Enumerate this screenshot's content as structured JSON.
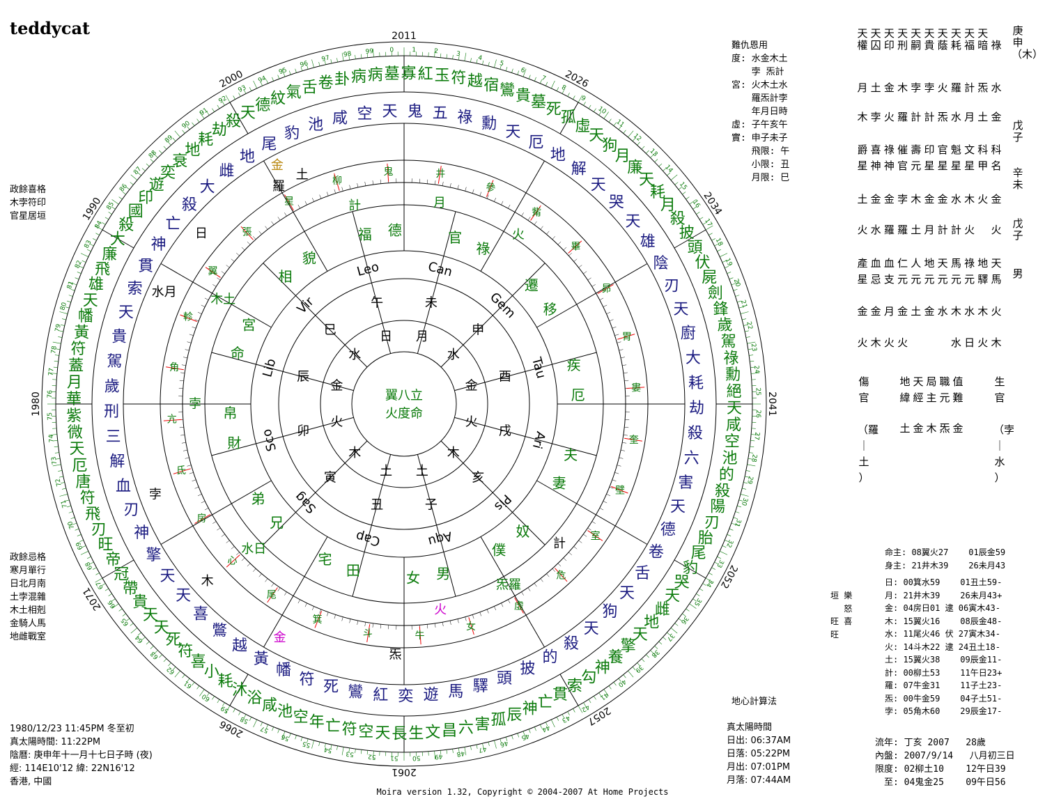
{
  "chart_title": "teddycat",
  "birth_info": [
    "1980/12/23 11:45PM 冬至初",
    "真太陽時間: 11:22PM",
    "陰曆: 庚申年十一月十七日子時 (夜)",
    "經: 114E10'12  緯: 22N16'12",
    "香港, 中國"
  ],
  "left_upper": [
    "政餘喜格",
    "木孛符印",
    "官星居垣"
  ],
  "left_lower": [
    "政餘忌格",
    "寒月單行",
    "日北月南",
    "土孛混雜",
    "木土相剋",
    "金騎人馬",
    "地雌戰室"
  ],
  "right_top": [
    "難仇恩用",
    "度: 水金木土",
    "　  孛 炁計",
    "宮: 火木土水",
    "　  羅炁計孛",
    "",
    "　  年月日時",
    "虛: 子午亥午",
    "實: 申子未子",
    "",
    "　  飛限: 午",
    "　  小限: 丑",
    "　  月限: 巳"
  ],
  "method": "地心計算法",
  "sun_moon": [
    "真太陽時間",
    "日出: 06:37AM",
    "日落: 05:22PM",
    "月出: 07:01PM",
    "月落: 07:44AM"
  ],
  "copyright": "Moira version 1.32, Copyright © 2004-2007 At Home Projects",
  "ming_shen": [
    "命主: 08翼火27    01辰金59",
    "身主: 21井木39    26未月43"
  ],
  "planet_table": [
    "日: 00箕水59    01丑土59-",
    "月: 21井木39    26未月43+",
    "金: 04房日01 逮 06寅木43-",
    "木: 15翼火16    08辰金48-",
    "水: 11尾火46 伏 27寅木34-",
    "火: 14斗木22 逮 24丑土18-",
    "土: 15翼火38    09辰金11-",
    "計: 00柳土53    11午日23+",
    "羅: 07牛金31    11子土23-",
    "炁: 00牛金59    04子土51-",
    "孛: 05角木60    29辰金17-"
  ],
  "dignity": [
    "垣 樂",
    "　 怒",
    "",
    "",
    "",
    "旺 喜",
    "旺"
  ],
  "flow": [
    "流年: 丁亥 2007   28歲",
    "內盤: 2007/9/14   八月初三日",
    "限度: 02柳土10    12午日39",
    "　至: 04鬼金25    09午日56"
  ],
  "pillars": [
    "庚申（木）",
    "戊子",
    "辛未",
    "戊子",
    "男"
  ],
  "gods_table": {
    "r1": "天天天天天天天天天天",
    "r2": "權囚印刑嗣貴蔭耗福暗祿",
    "r3": "月土金木孛孛火羅計炁水",
    "r4": "木孛火羅計計炁水月土金",
    "r5": "爵喜祿催壽印官魁文科科",
    "r6": "星神神官元星星星星甲名",
    "r7": "土金金孛木金金水木火金",
    "r8": "火水羅羅土月計計火　火",
    "r9": "產血血仁人地天馬祿地天",
    "r10": "星忌支元元元元元元驛馬",
    "r11": "金金月金土金水木水木火",
    "r12": "火木火火　　　水日火木"
  },
  "bottom_table": {
    "c1": [
      "傷",
      "官",
      "",
      "（羅",
      "｜",
      "土",
      "）"
    ],
    "c2": "地天局職值",
    "c3": "緯經主元難",
    "c4": "土金木炁金",
    "c5": [
      "生",
      "官",
      "",
      "（孛",
      "｜",
      "水",
      "）"
    ]
  },
  "years": [
    "2011",
    "2026",
    "2034",
    "2041",
    "2052",
    "2057",
    "2061",
    "2066",
    "2071",
    "1980",
    "1990",
    "2000"
  ],
  "house_ring": [
    "官祿",
    "遷移",
    "疾厄",
    "夫妻",
    "奴僕",
    "男女",
    "田宅",
    "兄弟",
    "財帛",
    "命宮",
    "相貌",
    "福德"
  ],
  "signs": [
    "Can",
    "Gem",
    "Tau",
    "Ari",
    "Pis",
    "Aqu",
    "Cap",
    "Sag",
    "Sco",
    "Lib",
    "Vir",
    "Leo"
  ],
  "branches": [
    "未",
    "申",
    "酉",
    "戌",
    "亥",
    "子",
    "丑",
    "寅",
    "卯",
    "辰",
    "巳",
    "午"
  ],
  "branch_elems": [
    "月",
    "水",
    "金",
    "火",
    "木",
    "土",
    "土",
    "木",
    "火",
    "金",
    "水",
    "日"
  ],
  "mansions": [
    "井",
    "參",
    "觜",
    "畢",
    "昴",
    "胃",
    "婁",
    "奎",
    "壁",
    "室",
    "危",
    "虛",
    "女",
    "牛",
    "斗",
    "箕",
    "尾",
    "心",
    "房",
    "氐",
    "亢",
    "角",
    "軫",
    "翼",
    "張",
    "星",
    "柳",
    "鬼"
  ],
  "center": [
    "翼八立",
    "火度命"
  ],
  "ring_planets": [
    "計",
    "月",
    "火",
    "金",
    "土",
    "羅",
    "日",
    "水月",
    "木土",
    "孛",
    "孛",
    "木",
    "金",
    "水日",
    "火",
    "炁羅",
    "計",
    "炁"
  ],
  "stars": [
    "病",
    "墓",
    "寡",
    "紅",
    "玉",
    "符",
    "越",
    "宿",
    "鸞",
    "貴",
    "墓",
    "死",
    "孤",
    "虛",
    "天",
    "狗",
    "月",
    "廉",
    "天",
    "耗",
    "月",
    "殺",
    "披",
    "頭",
    "伏",
    "屍",
    "劍",
    "鋒",
    "歲",
    "駕",
    "祿",
    "勳",
    "絕",
    "天",
    "咸",
    "空",
    "池",
    "的",
    "殺",
    "陽",
    "刃",
    "胎",
    "尾",
    "豹",
    "哭",
    "天",
    "雌",
    "地",
    "天",
    "擎",
    "養",
    "神",
    "勾",
    "索",
    "貫",
    "亡",
    "神",
    "辰",
    "孤",
    "害",
    "六",
    "昌",
    "文",
    "生",
    "長",
    "天",
    "空",
    "符",
    "亡",
    "年",
    "空",
    "池",
    "咸",
    "浴",
    "沐",
    "耗",
    "小",
    "喜",
    "符",
    "死",
    "天",
    "天",
    "貴",
    "帶",
    "冠",
    "帝",
    "旺",
    "刃",
    "飛",
    "符",
    "唐",
    "厄",
    "天",
    "微",
    "紫",
    "華",
    "月",
    "蓋",
    "符",
    "黃",
    "幡",
    "天",
    "雄",
    "飛",
    "廉",
    "大",
    "殺",
    "國",
    "印",
    "遊",
    "奕",
    "衰",
    "地",
    "耗",
    "劫",
    "殺",
    "天",
    "德",
    "紋",
    "氣",
    "舌",
    "卷",
    "卦",
    "病"
  ],
  "stars_inner": [
    "祿",
    "勳",
    "天",
    "厄",
    "地",
    "解",
    "天",
    "哭",
    "天",
    "雄",
    "陰",
    "刃",
    "天",
    "廚",
    "大",
    "耗",
    "劫",
    "殺",
    "六",
    "害",
    "天",
    "德",
    "卷",
    "舌",
    "天",
    "狗",
    "天",
    "殺",
    "的",
    "披",
    "頭",
    "驛",
    "馬",
    "遊",
    "奕",
    "紅",
    "鸞",
    "死",
    "符",
    "幡",
    "黃",
    "越",
    "鷩",
    "喜",
    "天",
    "天",
    "擎",
    "神",
    "刃",
    "血",
    "解",
    "三",
    "刑",
    "歲",
    "駕",
    "貴",
    "天",
    "索",
    "貫",
    "神",
    "亡",
    "殺",
    "大",
    "雌",
    "地",
    "尾",
    "豹",
    "池",
    "咸",
    "空",
    "天",
    "鬼",
    "五"
  ]
}
